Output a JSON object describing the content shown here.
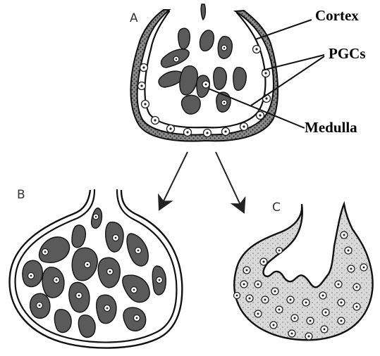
{
  "figure": {
    "panels": {
      "a": "A",
      "b": "B",
      "c": "C"
    },
    "labels": {
      "cortex": "Cortex",
      "pgcs": "PGCs",
      "medulla": "Medulla"
    }
  }
}
